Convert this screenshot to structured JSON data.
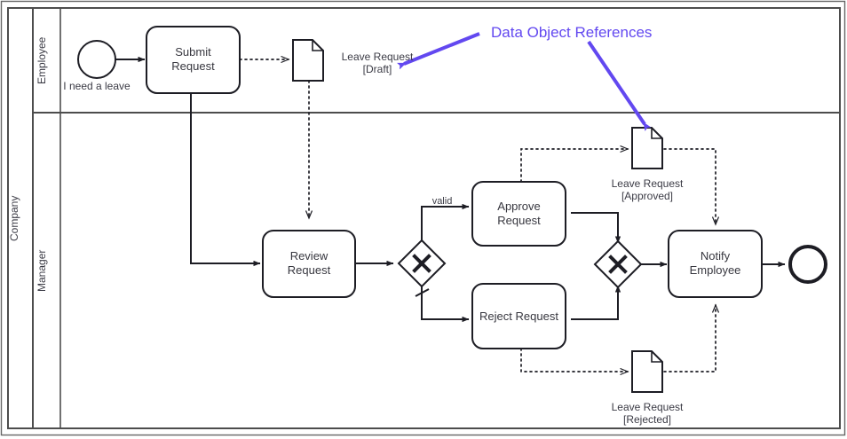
{
  "diagram": {
    "type": "bpmn-collaboration-diagram",
    "frame": {
      "border_color": "#4d4d4d"
    },
    "pool": {
      "name": "Company",
      "lanes": [
        {
          "name": "Employee"
        },
        {
          "name": "Manager"
        }
      ]
    },
    "colors": {
      "shape_stroke": "#1d1d24",
      "lane_stroke": "#4d4d4d",
      "text": "#3b3b45",
      "annotation": "#6248f0",
      "background": "#ffffff"
    },
    "events": [
      {
        "id": "start",
        "kind": "start-event",
        "label": "I need a leave"
      },
      {
        "id": "end",
        "kind": "end-event",
        "label": ""
      }
    ],
    "tasks": [
      {
        "id": "submit",
        "label": "Submit\nRequest",
        "lane": "Employee"
      },
      {
        "id": "review",
        "label": "Review\nRequest",
        "lane": "Manager"
      },
      {
        "id": "approve",
        "label": "Approve\nRequest",
        "lane": "Manager"
      },
      {
        "id": "reject",
        "label": "Reject Request",
        "lane": "Manager"
      },
      {
        "id": "notify",
        "label": "Notify\nEmployee",
        "lane": "Manager"
      }
    ],
    "gateways": [
      {
        "id": "split",
        "kind": "exclusive-gateway",
        "symbol": "X"
      },
      {
        "id": "merge",
        "kind": "exclusive-gateway",
        "symbol": "X"
      }
    ],
    "data_objects": [
      {
        "id": "draft",
        "name": "Leave Request",
        "state": "[Draft]"
      },
      {
        "id": "approved",
        "name": "Leave Request",
        "state": "[Approved]"
      },
      {
        "id": "rejected",
        "name": "Leave Request",
        "state": "[Rejected]"
      }
    ],
    "flow_labels": [
      {
        "id": "valid",
        "text": "valid"
      }
    ],
    "annotations": [
      {
        "id": "data-object-references",
        "text": "Data Object References"
      }
    ]
  }
}
